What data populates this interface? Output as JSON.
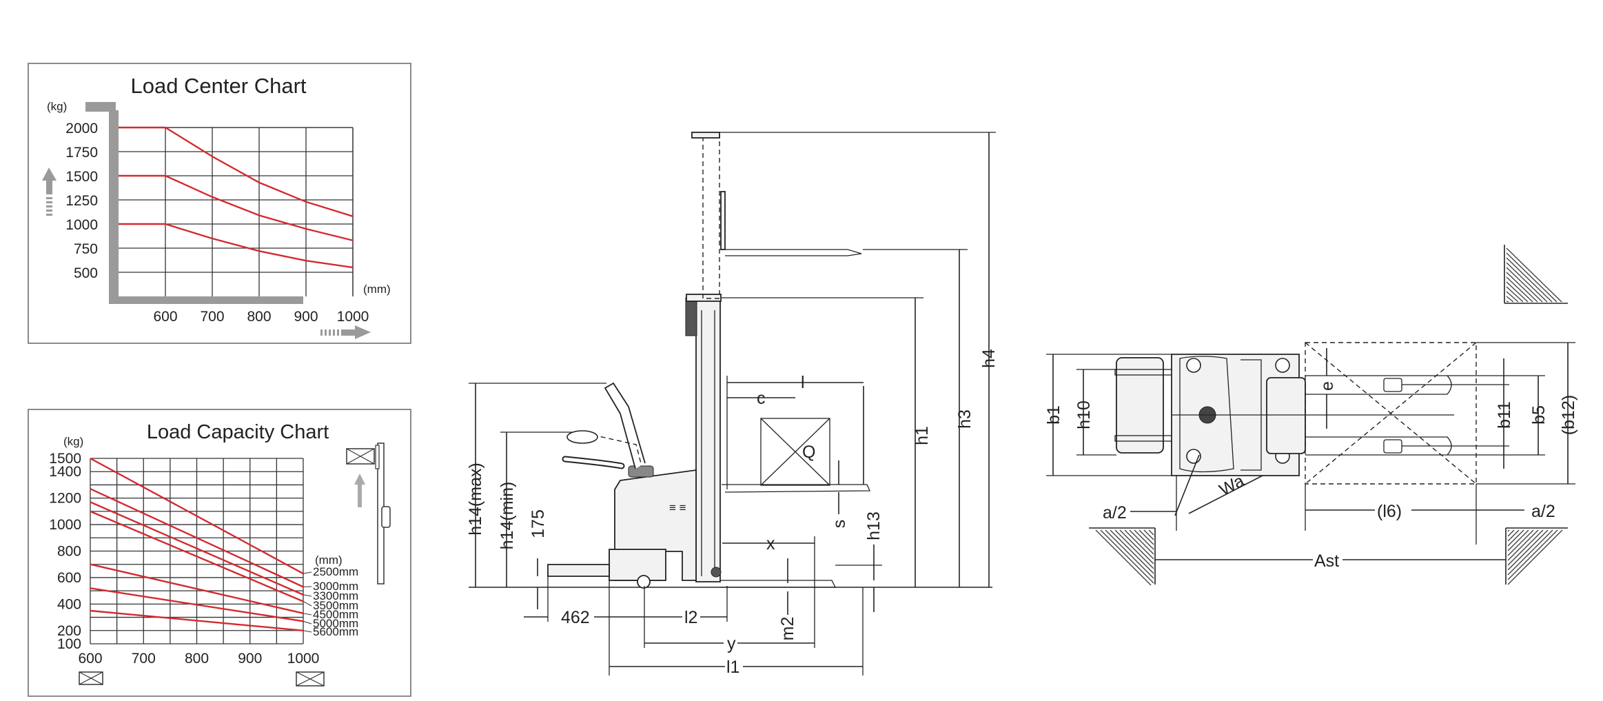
{
  "chart_data": [
    {
      "type": "line",
      "title": "Load Center Chart",
      "xlabel": "(mm)",
      "ylabel": "(kg)",
      "x_ticks": [
        "600",
        "700",
        "800",
        "900",
        "1000"
      ],
      "y_ticks": [
        "2000",
        "1750",
        "1500",
        "1250",
        "1000",
        "750",
        "500"
      ],
      "xlim": [
        500,
        1000
      ],
      "ylim": [
        250,
        2000
      ],
      "series": [
        {
          "x": [
            500,
            600,
            700,
            800,
            900,
            1000
          ],
          "values": [
            2000,
            2000,
            1700,
            1430,
            1230,
            1080
          ]
        },
        {
          "x": [
            500,
            600,
            700,
            800,
            900,
            1000
          ],
          "values": [
            1500,
            1500,
            1280,
            1090,
            950,
            830
          ]
        },
        {
          "x": [
            500,
            600,
            700,
            800,
            900,
            1000
          ],
          "values": [
            1000,
            1000,
            850,
            720,
            620,
            550
          ]
        }
      ]
    },
    {
      "type": "line",
      "title": "Load Capacity Chart",
      "xlabel": "(mm)",
      "ylabel": "(kg)",
      "x_ticks": [
        "600",
        "700",
        "800",
        "900",
        "1000"
      ],
      "y_ticks": [
        "1500",
        "1400",
        "1200",
        "1000",
        "800",
        "600",
        "400",
        "200",
        "100"
      ],
      "xlim": [
        600,
        1000
      ],
      "ylim": [
        100,
        1500
      ],
      "series": [
        {
          "name": "2500mm",
          "x": [
            600,
            1000
          ],
          "values": [
            1500,
            630
          ]
        },
        {
          "name": "3000mm",
          "x": [
            600,
            1000
          ],
          "values": [
            1270,
            530
          ]
        },
        {
          "name": "3300mm",
          "x": [
            600,
            1000
          ],
          "values": [
            1170,
            470
          ]
        },
        {
          "name": "3500mm",
          "x": [
            600,
            1000
          ],
          "values": [
            1100,
            420
          ]
        },
        {
          "name": "4500mm",
          "x": [
            600,
            1000
          ],
          "values": [
            700,
            330
          ]
        },
        {
          "name": "5000mm",
          "x": [
            600,
            1000
          ],
          "values": [
            520,
            270
          ]
        },
        {
          "name": "5600mm",
          "x": [
            600,
            1000
          ],
          "values": [
            350,
            200
          ]
        }
      ]
    }
  ],
  "side_view": {
    "labels": [
      "h14(max)",
      "h14(min)",
      "175",
      "c",
      "l",
      "Q",
      "s",
      "h13",
      "x",
      "m2",
      "h1",
      "h3",
      "h4",
      "462",
      "l2",
      "y",
      "l1"
    ]
  },
  "top_view": {
    "labels": [
      "b1",
      "h10",
      "e",
      "b11",
      "b5",
      "(b12)",
      "Wa",
      "a/2",
      "(l6)",
      "a/2",
      "Ast"
    ]
  },
  "colors": {
    "curve": "#d42a2f",
    "panel_border": "#8a8a8a",
    "arrow": "#9a9a9a"
  }
}
